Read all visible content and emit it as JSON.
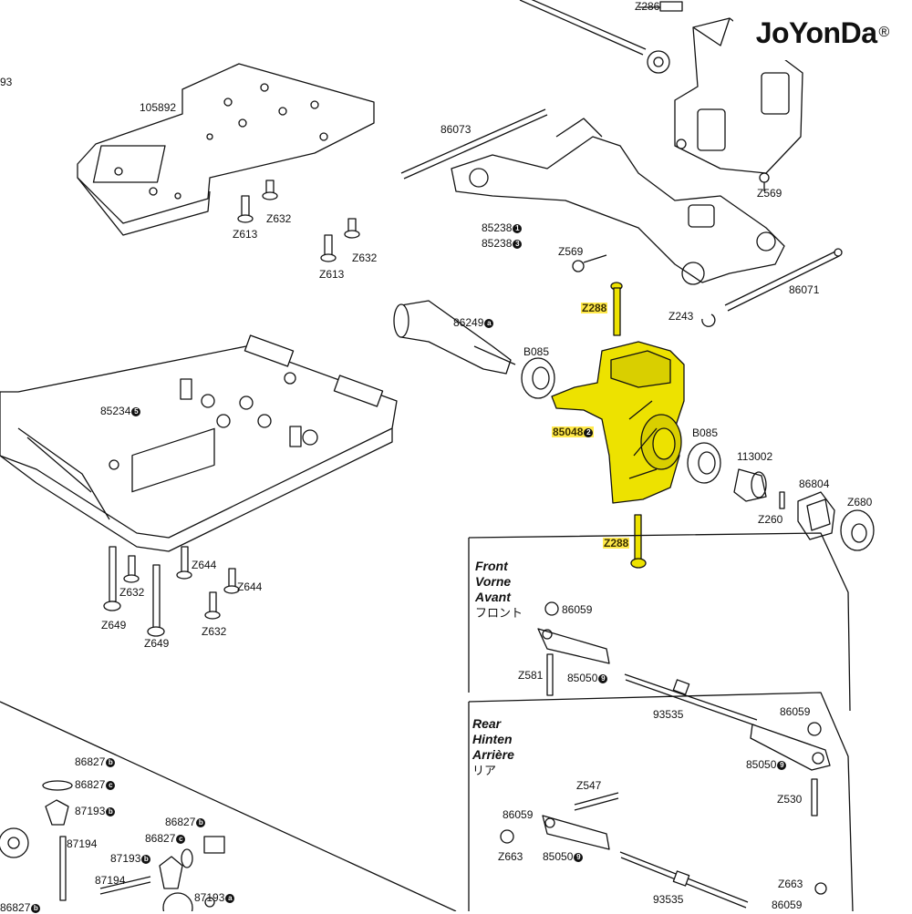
{
  "brand": {
    "name": "JoYonDa",
    "registered_mark": "®"
  },
  "highlight_color": "#e8e800",
  "parts": {
    "p_z286": "Z286",
    "p_93": "93",
    "p_105892": "105892",
    "p_86073": "86073",
    "p_z569_top": "Z569",
    "p_z613_a": "Z613",
    "p_z632_a": "Z632",
    "p_z613_b": "Z613",
    "p_z632_b": "Z632",
    "p_85238_1": "85238",
    "p_85238_2": "85238",
    "p_z569_mid": "Z569",
    "p_86071": "86071",
    "p_z288_top": "Z288",
    "p_z243": "Z243",
    "p_86249": "86249",
    "p_b085_a": "B085",
    "p_85234": "85234",
    "p_85048": "85048",
    "p_b085_b": "B085",
    "p_113002": "113002",
    "p_86804": "86804",
    "p_z680": "Z680",
    "p_z260": "Z260",
    "p_z644_a": "Z644",
    "p_z644_b": "Z644",
    "p_z632_c": "Z632",
    "p_z632_d": "Z632",
    "p_z649_a": "Z649",
    "p_z649_b": "Z649",
    "p_z288_bot": "Z288",
    "p_86059_a": "86059",
    "p_z581": "Z581",
    "p_85050_a": "85050",
    "p_93535_a": "93535",
    "p_86059_b": "86059",
    "p_85050_b": "85050",
    "p_z530": "Z530",
    "p_86827_a": "86827",
    "p_86827_b": "86827",
    "p_87193_a": "87193",
    "p_87194_a": "87194",
    "p_86827_c": "86827",
    "p_86827_d": "86827",
    "p_87193_b": "87193",
    "p_87194_b": "87194",
    "p_87193_c": "87193",
    "p_86827_e": "86827",
    "p_z547": "Z547",
    "p_86059_c": "86059",
    "p_z663_a": "Z663",
    "p_85050_c": "85050",
    "p_93535_b": "93535",
    "p_z663_b": "Z663",
    "p_86059_d": "86059"
  },
  "callouts": {
    "c_85238_1": "1",
    "c_85238_2": "3",
    "c_86249": "a",
    "c_85234": "5",
    "c_85048": "2",
    "c_85050_a": "9",
    "c_85050_b": "9",
    "c_85050_c": "9",
    "c_86827_a": "b",
    "c_86827_b": "c",
    "c_87193_a": "b",
    "c_86827_c": "b",
    "c_86827_d": "c",
    "c_87193_b": "b",
    "c_87193_c": "a",
    "c_86827_e": "b"
  },
  "sections": {
    "front": {
      "en": "Front",
      "nl": "Vorne",
      "fr": "Avant",
      "jp": "フロント"
    },
    "rear": {
      "en": "Rear",
      "nl": "Hinten",
      "fr": "Arrière",
      "jp": "リア"
    }
  }
}
